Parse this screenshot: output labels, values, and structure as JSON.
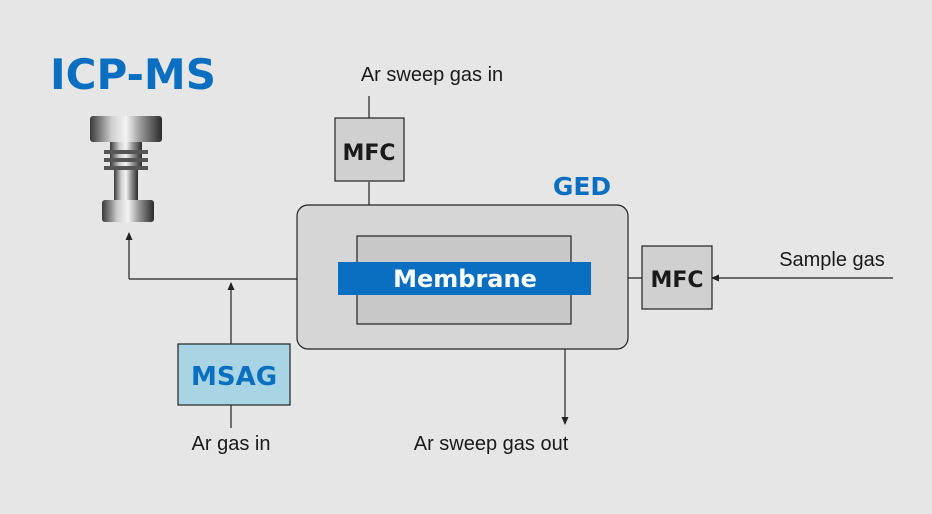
{
  "title": "ICP-MS",
  "labels": {
    "ar_sweep_in": "Ar sweep gas in",
    "ar_sweep_out": "Ar sweep gas out",
    "sample_gas": "Sample gas",
    "ar_gas_in": "Ar gas in"
  },
  "boxes": {
    "mfc_top": "MFC",
    "mfc_right": "MFC",
    "ged": "GED",
    "membrane": "Membrane",
    "msag": "MSAG"
  },
  "colors": {
    "accent": "#0a6fc0",
    "membrane_fill": "#0a6fc0",
    "msag_fill": "#a8d4e4",
    "box_fill": "#d2d2d2",
    "background": "#e6e6e6"
  },
  "icons": {
    "instrument": "icp-ms-torch-icon"
  }
}
